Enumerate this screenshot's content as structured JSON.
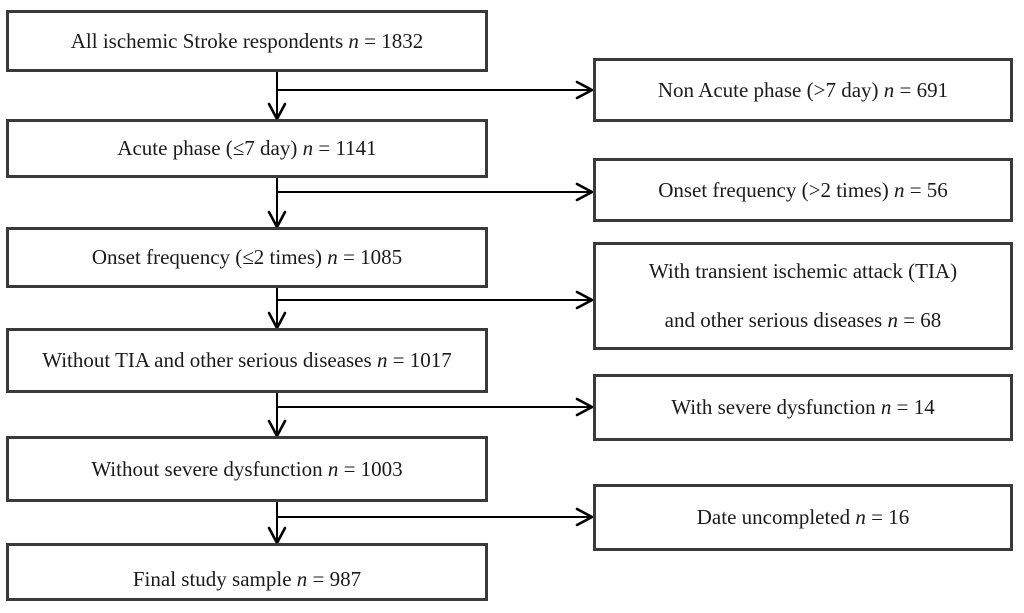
{
  "colors": {
    "box_border": "#3a3a3a",
    "arrow_line": "#000000",
    "text": "#1a1a1a",
    "background": "#ffffff"
  },
  "flow": {
    "main": [
      {
        "label": "All ischemic Stroke respondents",
        "n": "n",
        "value": "= 1832"
      },
      {
        "label": "Acute phase (≤7 day)",
        "n": "n",
        "value": "= 1141"
      },
      {
        "label": "Onset frequency (≤2 times)",
        "n": "n",
        "value": "= 1085"
      },
      {
        "label": "Without TIA and other serious diseases",
        "n": "n",
        "value": "= 1017"
      },
      {
        "label": "Without severe dysfunction",
        "n": "n",
        "value": "= 1003"
      },
      {
        "label": "Final study sample",
        "n": "n",
        "value": "= 987"
      }
    ],
    "exclusions": [
      {
        "label": "Non Acute phase (>7 day)",
        "n": "n",
        "value": "= 691"
      },
      {
        "label": "Onset frequency (>2 times)",
        "n": "n",
        "value": "= 56"
      },
      {
        "label_line1": "With transient ischemic attack (TIA)",
        "label_line2": "and other serious diseases",
        "n": "n",
        "value": "= 68"
      },
      {
        "label": "With severe dysfunction",
        "n": "n",
        "value": "= 14"
      },
      {
        "label": "Date uncompleted",
        "n": "n",
        "value": "= 16"
      }
    ]
  }
}
